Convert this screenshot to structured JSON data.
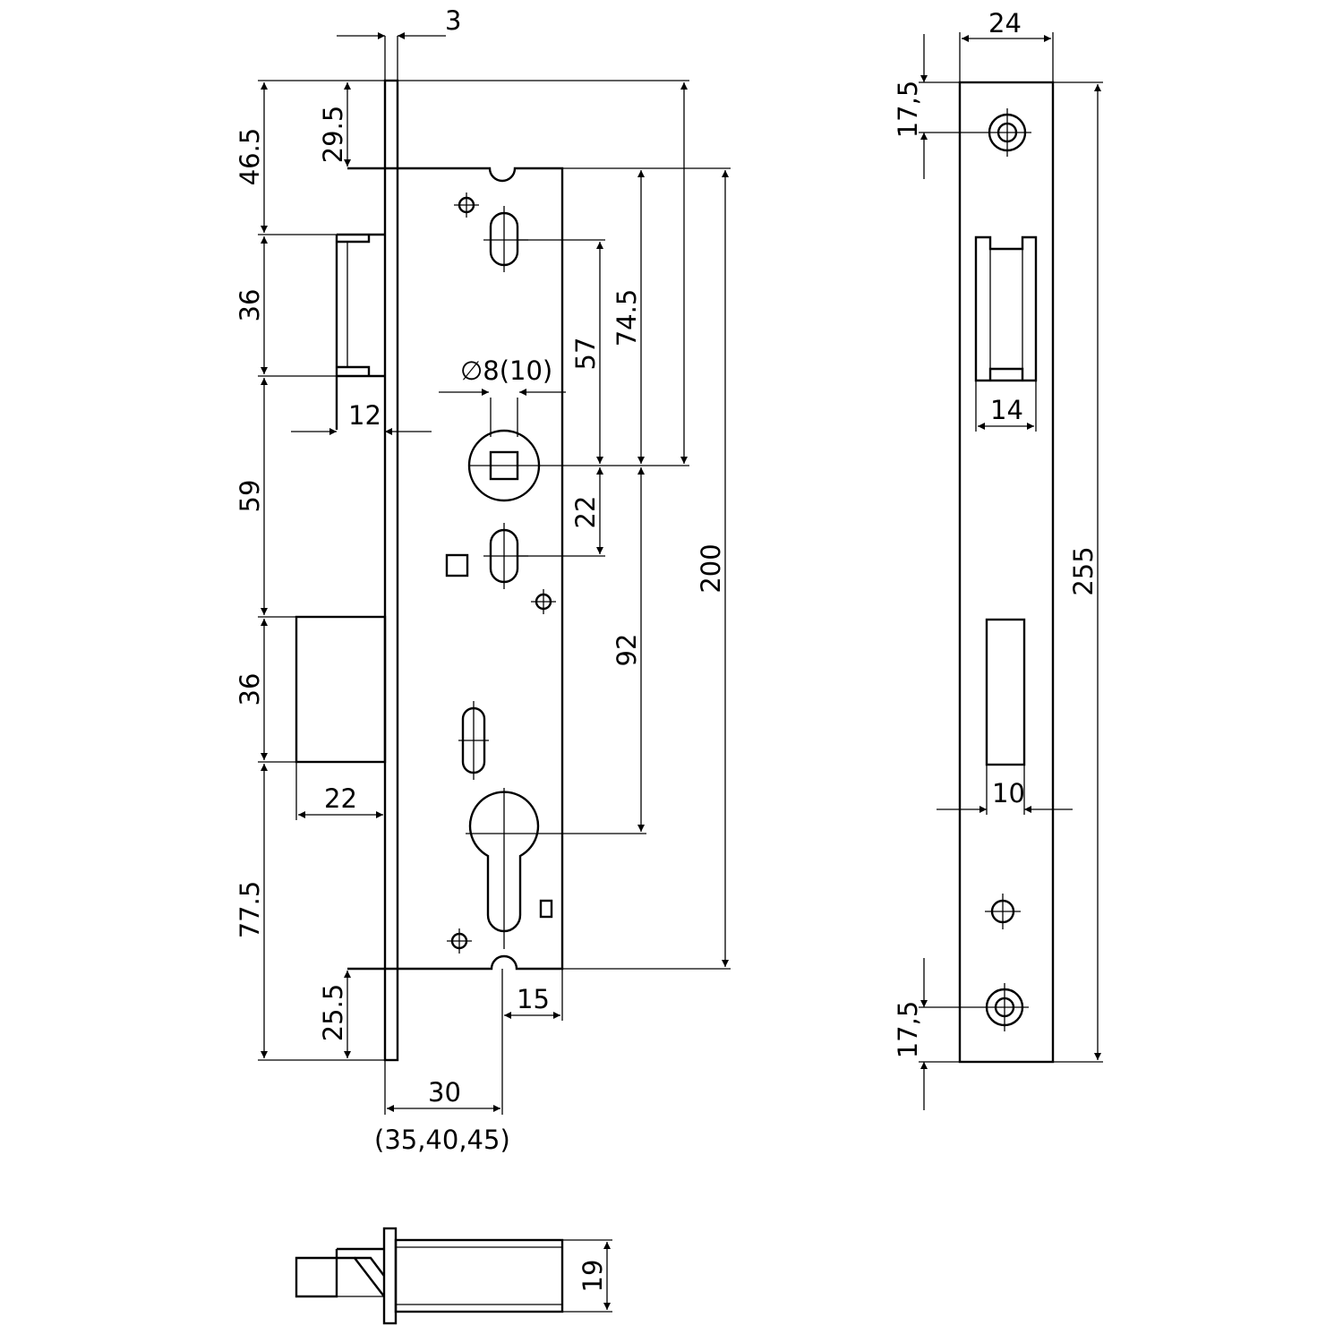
{
  "dimensions": {
    "top_3": "3",
    "d_46_5": "46.5",
    "d_29_5": "29.5",
    "d_36_top": "36",
    "d_12": "12",
    "d_59": "59",
    "d_36_bottom": "36",
    "d_22_left": "22",
    "d_77_5": "77.5",
    "d_25_5": "25.5",
    "d_30": "30",
    "d_30_alt": "(35,40,45)",
    "d_15": "15",
    "d_square": "∅8(10)",
    "d_57": "57",
    "d_74_5": "74.5",
    "d_22_right": "22",
    "d_92": "92",
    "d_200": "200",
    "fp_24": "24",
    "fp_17_5_top": "17,5",
    "fp_14": "14",
    "fp_255": "255",
    "fp_10": "10",
    "fp_17_5_bottom": "17,5",
    "d_19": "19"
  }
}
